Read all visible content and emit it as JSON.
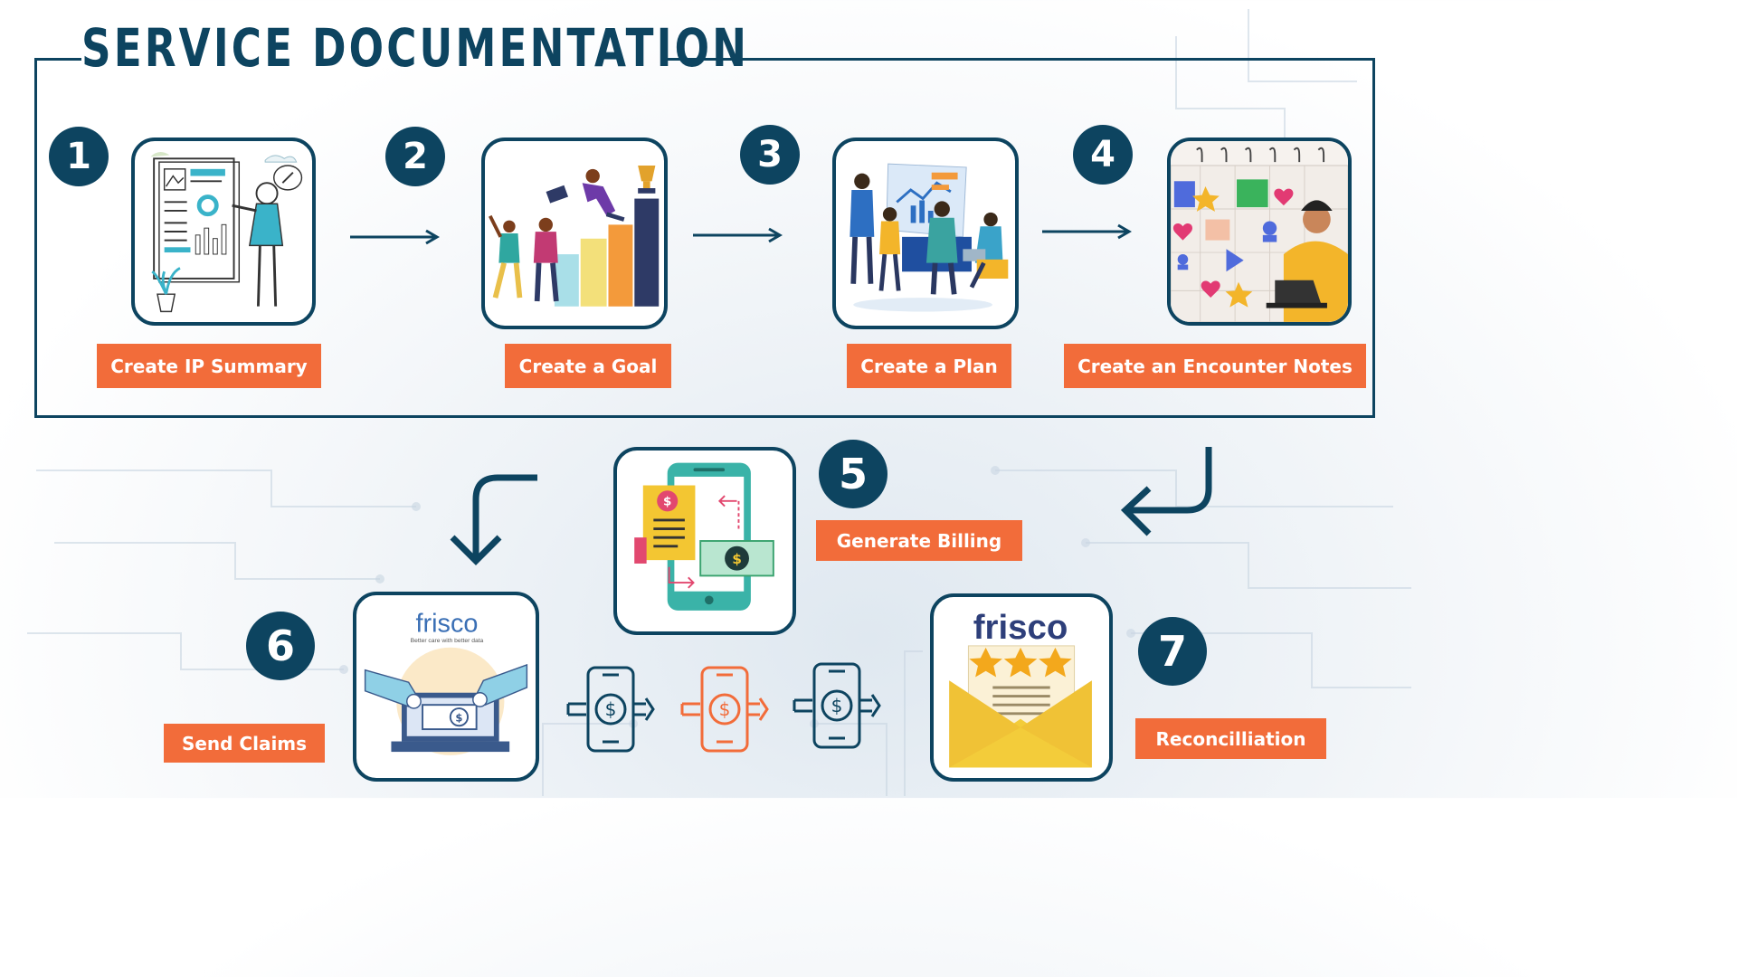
{
  "title": "SERVICE DOCUMENTATION",
  "colors": {
    "navy": "#0d4460",
    "orange": "#f26c3a",
    "white": "#ffffff"
  },
  "steps": [
    {
      "number": "1",
      "label": "Create IP Summary",
      "icon": "presentation-board-icon"
    },
    {
      "number": "2",
      "label": "Create a Goal",
      "icon": "team-goal-chart-icon"
    },
    {
      "number": "3",
      "label": "Create a Plan",
      "icon": "team-planning-board-icon"
    },
    {
      "number": "4",
      "label": "Create an Encounter Notes",
      "icon": "calendar-laptop-icon"
    },
    {
      "number": "5",
      "label": "Generate Billing",
      "icon": "mobile-invoice-icon"
    },
    {
      "number": "6",
      "label": "Send Claims",
      "icon": "laptop-payment-icon"
    },
    {
      "number": "7",
      "label": "Reconcilliation",
      "icon": "rated-envelope-icon"
    }
  ],
  "brand": {
    "name": "frisco",
    "tagline": "Better care with better data"
  }
}
